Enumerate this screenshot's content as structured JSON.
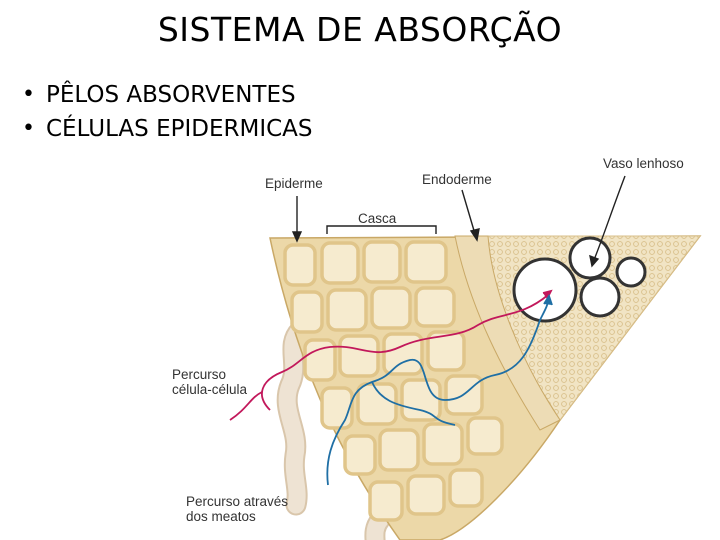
{
  "title": "SISTEMA DE ABSORÇÃO",
  "bullets": [
    "PÊLOS ABSORVENTES",
    "CÉLULAS EPIDERMICAS"
  ],
  "diagram_labels": {
    "epiderme": "Epiderme",
    "endoderme": "Endoderme",
    "vaso_lenhoso": "Vaso lenhoso",
    "casca": "Casca",
    "percurso_celula_1": "Percurso",
    "percurso_celula_2": "célula-célula",
    "percurso_meatos_1": "Percurso através",
    "percurso_meatos_2": "dos meatos"
  },
  "colors": {
    "cell_wall": "#e2c98f",
    "cell_fill": "#f6ebcf",
    "cortex_outline": "#c9a866",
    "xylem_fill": "#eadcb8",
    "symplast_path": "#c2185b",
    "apoplast_path": "#1f6fa5",
    "root_hair": "#e9dcc9"
  }
}
